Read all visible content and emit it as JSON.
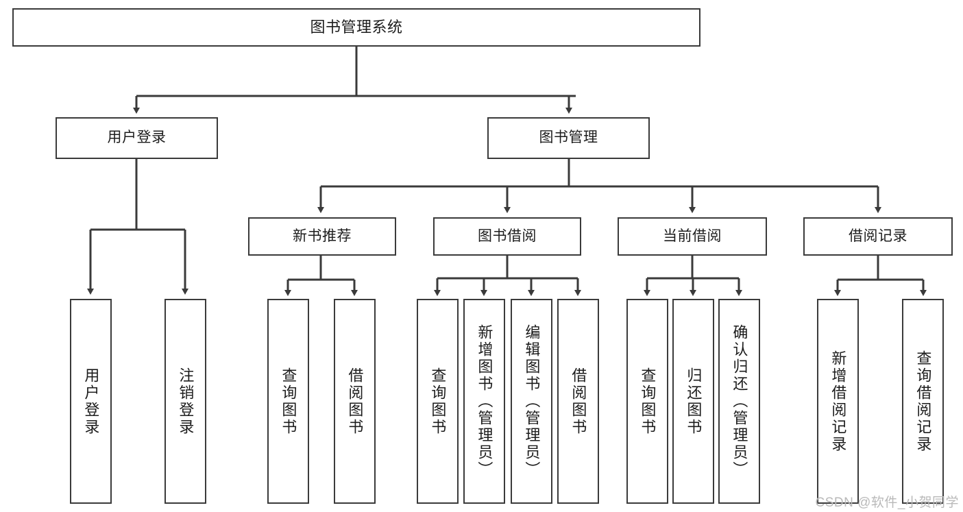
{
  "diagram": {
    "title_box": {
      "label": "图书管理系统"
    },
    "level2": [
      {
        "id": "user-login",
        "label": "用户登录"
      },
      {
        "id": "book-manage",
        "label": "图书管理"
      }
    ],
    "level3": [
      {
        "id": "new-book-recommend",
        "label": "新书推荐"
      },
      {
        "id": "book-borrow",
        "label": "图书借阅"
      },
      {
        "id": "current-borrow",
        "label": "当前借阅"
      },
      {
        "id": "borrow-record",
        "label": "借阅记录"
      }
    ],
    "leaves": {
      "user_login": [
        {
          "id": "leaf-user-login",
          "label": "用户登录"
        },
        {
          "id": "leaf-logout-login",
          "label": "注销登录"
        }
      ],
      "new_book_recommend": [
        {
          "id": "leaf-query-book-1",
          "label": "查询图书"
        },
        {
          "id": "leaf-borrow-book-1",
          "label": "借阅图书"
        }
      ],
      "book_borrow": [
        {
          "id": "leaf-query-book-2",
          "label": "查询图书"
        },
        {
          "id": "leaf-add-book",
          "label": "新增图书（管理员）"
        },
        {
          "id": "leaf-edit-book",
          "label": "编辑图书（管理员）"
        },
        {
          "id": "leaf-borrow-book-2",
          "label": "借阅图书"
        }
      ],
      "current_borrow": [
        {
          "id": "leaf-query-book-3",
          "label": "查询图书"
        },
        {
          "id": "leaf-return-book",
          "label": "归还图书"
        },
        {
          "id": "leaf-confirm-return",
          "label": "确认归还（管理员）"
        }
      ],
      "borrow_record": [
        {
          "id": "leaf-add-record",
          "label": "新增借阅记录"
        },
        {
          "id": "leaf-query-record",
          "label": "查询借阅记录"
        }
      ]
    },
    "watermark": {
      "text": "CSDN @软件_小贺同学"
    },
    "colors": {
      "border": "#3a3a3a",
      "text": "#1c1c1c",
      "background": "#ffffff",
      "watermark": "#b9b9b9"
    }
  }
}
